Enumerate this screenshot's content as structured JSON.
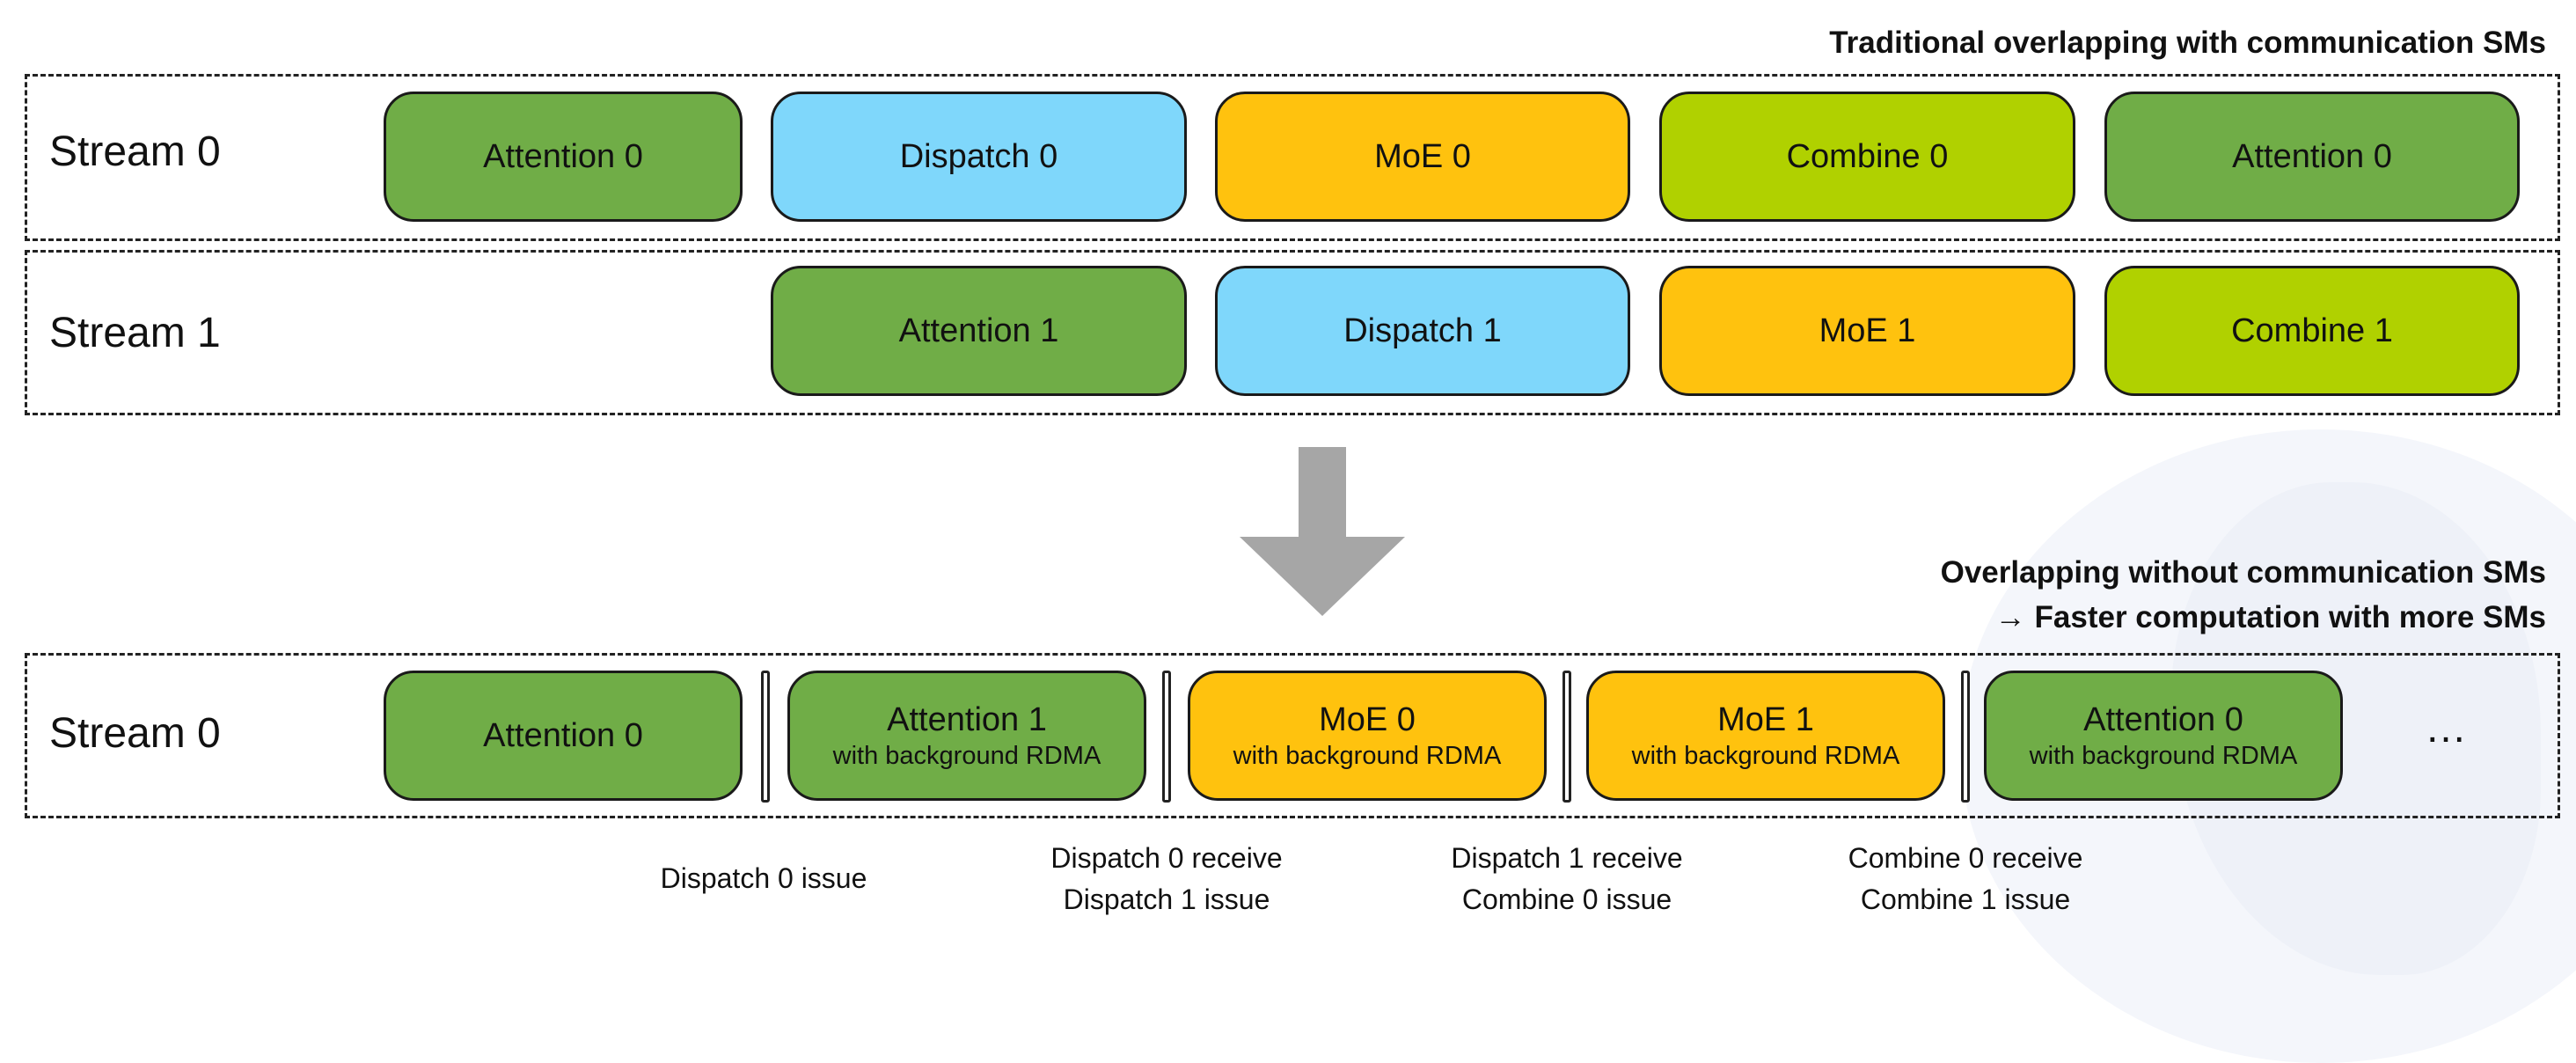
{
  "colors": {
    "attention": "#70ad47",
    "dispatch": "#7fd7fb",
    "moe": "#ffc20e",
    "combine": "#b0d100",
    "arrow": "#a6a6a6"
  },
  "top": {
    "heading": "Traditional overlapping with communication SMs",
    "stream0": {
      "label": "Stream 0",
      "blocks": [
        "Attention 0",
        "Dispatch 0",
        "MoE 0",
        "Combine 0",
        "Attention 0"
      ]
    },
    "stream1": {
      "label": "Stream 1",
      "blocks": [
        "Attention 1",
        "Dispatch 1",
        "MoE 1",
        "Combine 1"
      ]
    }
  },
  "bottom": {
    "heading_line1": "Overlapping without communication SMs",
    "heading_line2": "→ Faster computation with more SMs",
    "stream0": {
      "label": "Stream 0",
      "blocks": [
        {
          "title": "Attention 0",
          "sub": ""
        },
        {
          "title": "Attention 1",
          "sub": "with background RDMA"
        },
        {
          "title": "MoE 0",
          "sub": "with background RDMA"
        },
        {
          "title": "MoE 1",
          "sub": "with background RDMA"
        },
        {
          "title": "Attention 0",
          "sub": "with background RDMA"
        }
      ],
      "ellipsis": "…"
    },
    "annotations": [
      {
        "line1": "Dispatch 0 issue",
        "line2": ""
      },
      {
        "line1": "Dispatch 0 receive",
        "line2": "Dispatch 1 issue"
      },
      {
        "line1": "Dispatch 1 receive",
        "line2": "Combine 0 issue"
      },
      {
        "line1": "Combine 0 receive",
        "line2": "Combine 1 issue"
      }
    ]
  }
}
